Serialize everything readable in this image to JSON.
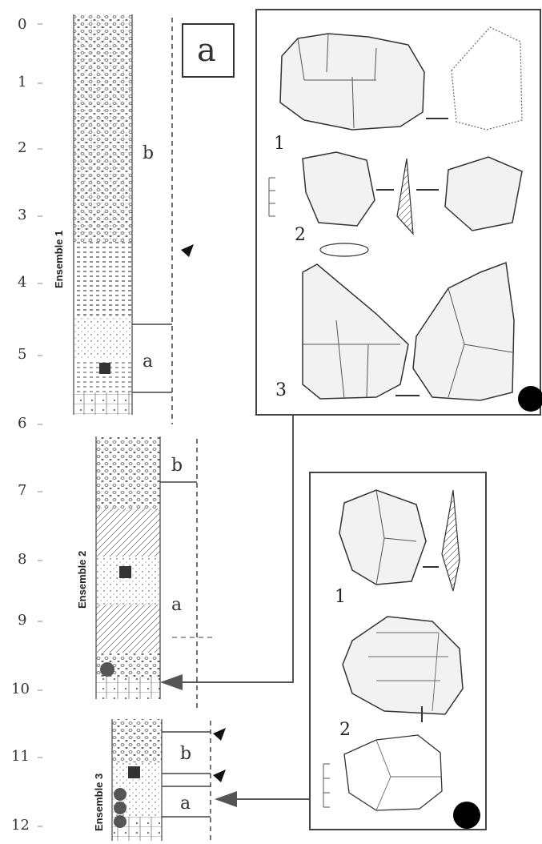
{
  "panel_label": "a",
  "depth_ticks": [
    "0",
    "1",
    "2",
    "3",
    "4",
    "5",
    "6",
    "7",
    "8",
    "9",
    "10",
    "11",
    "12"
  ],
  "ensembles": [
    {
      "label": "Ensemble 1",
      "units": [
        "b",
        "a"
      ]
    },
    {
      "label": "Ensemble 2",
      "units": [
        "b",
        "a"
      ]
    },
    {
      "label": "Ensemble 3",
      "units": [
        "b",
        "a"
      ]
    }
  ],
  "figure_box_top": {
    "artifact_numbers": [
      "1",
      "2",
      "3"
    ]
  },
  "figure_box_bottom": {
    "artifact_numbers": [
      "1",
      "2"
    ]
  },
  "colors": {
    "line": "#444444",
    "marker": "#333333",
    "arrow": "#555555"
  }
}
